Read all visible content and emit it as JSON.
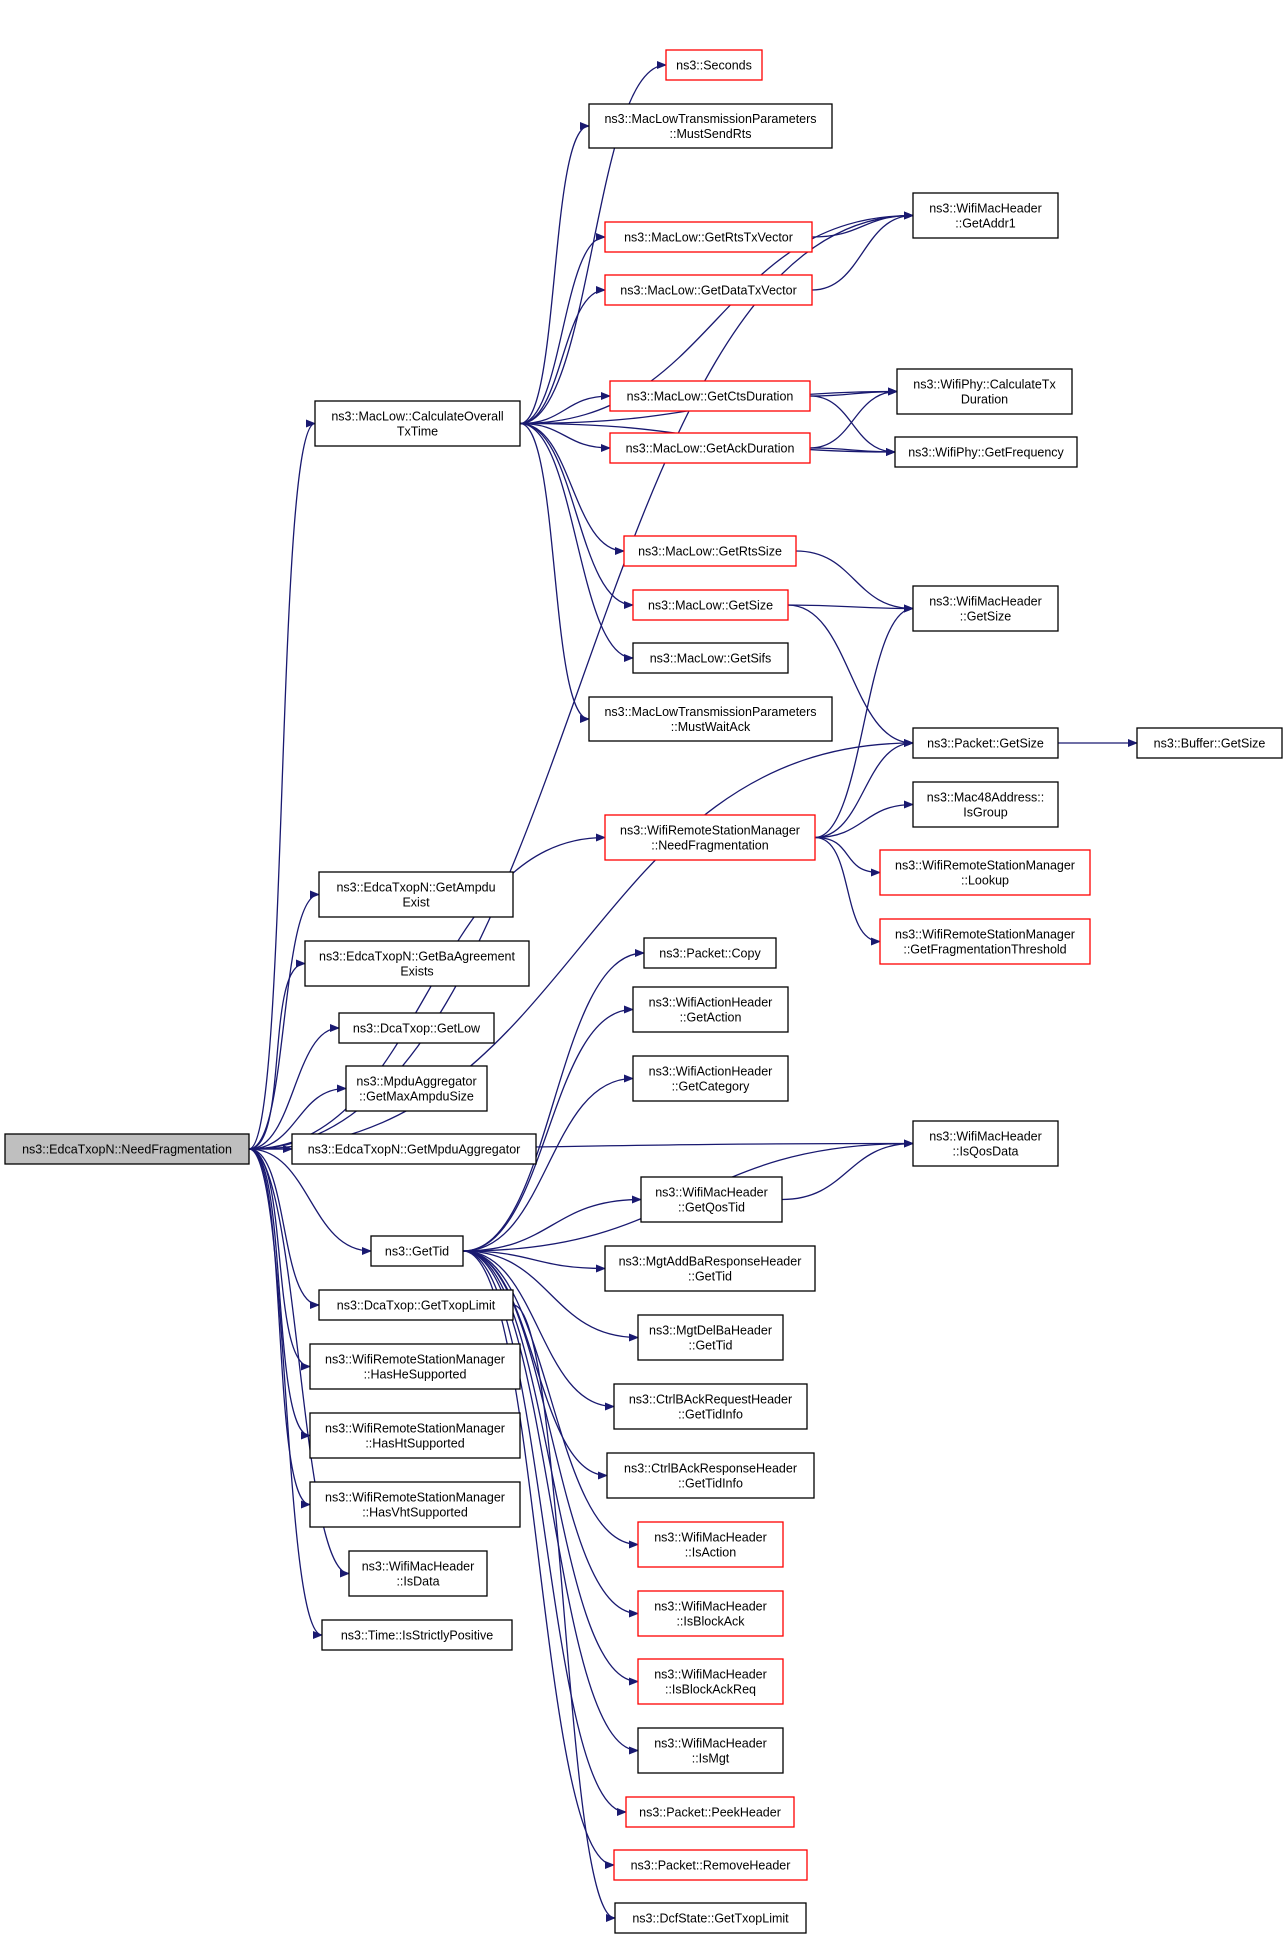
{
  "colors": {
    "edge": "#191970",
    "root_fill": "#bfbfbf",
    "border_normal": "#000000",
    "border_truncated": "#ff0000"
  },
  "nodes": [
    {
      "id": "root",
      "lines": [
        "ns3::EdcaTxopN::NeedFragmentation"
      ],
      "style": "root"
    },
    {
      "id": "seconds",
      "lines": [
        "ns3::Seconds"
      ],
      "style": "red"
    },
    {
      "id": "mustSendRts",
      "lines": [
        "ns3::MacLowTransmissionParameters",
        "::MustSendRts"
      ],
      "style": "black"
    },
    {
      "id": "getAddr1",
      "lines": [
        "ns3::WifiMacHeader",
        "::GetAddr1"
      ],
      "style": "black"
    },
    {
      "id": "getRtsTxVector",
      "lines": [
        "ns3::MacLow::GetRtsTxVector"
      ],
      "style": "red"
    },
    {
      "id": "getDataTxVector",
      "lines": [
        "ns3::MacLow::GetDataTxVector"
      ],
      "style": "red"
    },
    {
      "id": "calcTxTime",
      "lines": [
        "ns3::MacLow::CalculateOverall",
        "TxTime"
      ],
      "style": "black"
    },
    {
      "id": "getCtsDuration",
      "lines": [
        "ns3::MacLow::GetCtsDuration"
      ],
      "style": "red"
    },
    {
      "id": "calcTxDuration",
      "lines": [
        "ns3::WifiPhy::CalculateTx",
        "Duration"
      ],
      "style": "black"
    },
    {
      "id": "getAckDuration",
      "lines": [
        "ns3::MacLow::GetAckDuration"
      ],
      "style": "red"
    },
    {
      "id": "getFrequency",
      "lines": [
        "ns3::WifiPhy::GetFrequency"
      ],
      "style": "black"
    },
    {
      "id": "getRtsSize",
      "lines": [
        "ns3::MacLow::GetRtsSize"
      ],
      "style": "red"
    },
    {
      "id": "whGetSize",
      "lines": [
        "ns3::WifiMacHeader",
        "::GetSize"
      ],
      "style": "black"
    },
    {
      "id": "mlGetSize",
      "lines": [
        "ns3::MacLow::GetSize"
      ],
      "style": "red"
    },
    {
      "id": "getSifs",
      "lines": [
        "ns3::MacLow::GetSifs"
      ],
      "style": "black"
    },
    {
      "id": "mustWaitAck",
      "lines": [
        "ns3::MacLowTransmissionParameters",
        "::MustWaitAck"
      ],
      "style": "black"
    },
    {
      "id": "pktGetSize",
      "lines": [
        "ns3::Packet::GetSize"
      ],
      "style": "black"
    },
    {
      "id": "bufGetSize",
      "lines": [
        "ns3::Buffer::GetSize"
      ],
      "style": "black"
    },
    {
      "id": "isGroup",
      "lines": [
        "ns3::Mac48Address::",
        "IsGroup"
      ],
      "style": "black"
    },
    {
      "id": "wrsmNeedFrag",
      "lines": [
        "ns3::WifiRemoteStationManager",
        "::NeedFragmentation"
      ],
      "style": "red"
    },
    {
      "id": "lookup",
      "lines": [
        "ns3::WifiRemoteStationManager",
        "::Lookup"
      ],
      "style": "red"
    },
    {
      "id": "getFragThreshold",
      "lines": [
        "ns3::WifiRemoteStationManager",
        "::GetFragmentationThreshold"
      ],
      "style": "red"
    },
    {
      "id": "getAmpduExist",
      "lines": [
        "ns3::EdcaTxopN::GetAmpdu",
        "Exist"
      ],
      "style": "black"
    },
    {
      "id": "getBaAgreement",
      "lines": [
        "ns3::EdcaTxopN::GetBaAgreement",
        "Exists"
      ],
      "style": "black"
    },
    {
      "id": "getLow",
      "lines": [
        "ns3::DcaTxop::GetLow"
      ],
      "style": "black"
    },
    {
      "id": "getMaxAmpdu",
      "lines": [
        "ns3::MpduAggregator",
        "::GetMaxAmpduSize"
      ],
      "style": "black"
    },
    {
      "id": "getMpduAgg",
      "lines": [
        "ns3::EdcaTxopN::GetMpduAggregator"
      ],
      "style": "black"
    },
    {
      "id": "pktCopy",
      "lines": [
        "ns3::Packet::Copy"
      ],
      "style": "black"
    },
    {
      "id": "getAction",
      "lines": [
        "ns3::WifiActionHeader",
        "::GetAction"
      ],
      "style": "black"
    },
    {
      "id": "getCategory",
      "lines": [
        "ns3::WifiActionHeader",
        "::GetCategory"
      ],
      "style": "black"
    },
    {
      "id": "isQosData",
      "lines": [
        "ns3::WifiMacHeader",
        "::IsQosData"
      ],
      "style": "black"
    },
    {
      "id": "getQosTid",
      "lines": [
        "ns3::WifiMacHeader",
        "::GetQosTid"
      ],
      "style": "black"
    },
    {
      "id": "getTid",
      "lines": [
        "ns3::GetTid"
      ],
      "style": "black"
    },
    {
      "id": "mgtAddBaTid",
      "lines": [
        "ns3::MgtAddBaResponseHeader",
        "::GetTid"
      ],
      "style": "black"
    },
    {
      "id": "getTxopLimit",
      "lines": [
        "ns3::DcaTxop::GetTxopLimit"
      ],
      "style": "black"
    },
    {
      "id": "mgtDelBaTid",
      "lines": [
        "ns3::MgtDelBaHeader",
        "::GetTid"
      ],
      "style": "black"
    },
    {
      "id": "hasHe",
      "lines": [
        "ns3::WifiRemoteStationManager",
        "::HasHeSupported"
      ],
      "style": "black"
    },
    {
      "id": "ctrlReqTid",
      "lines": [
        "ns3::CtrlBAckRequestHeader",
        "::GetTidInfo"
      ],
      "style": "black"
    },
    {
      "id": "hasHt",
      "lines": [
        "ns3::WifiRemoteStationManager",
        "::HasHtSupported"
      ],
      "style": "black"
    },
    {
      "id": "ctrlRespTid",
      "lines": [
        "ns3::CtrlBAckResponseHeader",
        "::GetTidInfo"
      ],
      "style": "black"
    },
    {
      "id": "hasVht",
      "lines": [
        "ns3::WifiRemoteStationManager",
        "::HasVhtSupported"
      ],
      "style": "black"
    },
    {
      "id": "isAction",
      "lines": [
        "ns3::WifiMacHeader",
        "::IsAction"
      ],
      "style": "red"
    },
    {
      "id": "isData",
      "lines": [
        "ns3::WifiMacHeader",
        "::IsData"
      ],
      "style": "black"
    },
    {
      "id": "isBlockAck",
      "lines": [
        "ns3::WifiMacHeader",
        "::IsBlockAck"
      ],
      "style": "red"
    },
    {
      "id": "isStrictlyPos",
      "lines": [
        "ns3::Time::IsStrictlyPositive"
      ],
      "style": "black"
    },
    {
      "id": "isBlockAckReq",
      "lines": [
        "ns3::WifiMacHeader",
        "::IsBlockAckReq"
      ],
      "style": "red"
    },
    {
      "id": "isMgt",
      "lines": [
        "ns3::WifiMacHeader",
        "::IsMgt"
      ],
      "style": "black"
    },
    {
      "id": "peekHeader",
      "lines": [
        "ns3::Packet::PeekHeader"
      ],
      "style": "red"
    },
    {
      "id": "removeHeader",
      "lines": [
        "ns3::Packet::RemoveHeader"
      ],
      "style": "red"
    },
    {
      "id": "dcfTxopLimit",
      "lines": [
        "ns3::DcfState::GetTxopLimit"
      ],
      "style": "black"
    }
  ],
  "edges": [
    [
      "root",
      "calcTxTime"
    ],
    [
      "root",
      "getAddr1"
    ],
    [
      "root",
      "pktGetSize"
    ],
    [
      "root",
      "wrsmNeedFrag"
    ],
    [
      "root",
      "getAmpduExist"
    ],
    [
      "root",
      "getBaAgreement"
    ],
    [
      "root",
      "getLow"
    ],
    [
      "root",
      "getMaxAmpdu"
    ],
    [
      "root",
      "getMpduAgg"
    ],
    [
      "root",
      "isQosData"
    ],
    [
      "root",
      "getTid"
    ],
    [
      "root",
      "getTxopLimit"
    ],
    [
      "root",
      "hasHe"
    ],
    [
      "root",
      "hasHt"
    ],
    [
      "root",
      "hasVht"
    ],
    [
      "root",
      "isData"
    ],
    [
      "root",
      "isStrictlyPos"
    ],
    [
      "calcTxTime",
      "seconds"
    ],
    [
      "calcTxTime",
      "mustSendRts"
    ],
    [
      "calcTxTime",
      "getAddr1"
    ],
    [
      "calcTxTime",
      "getRtsTxVector"
    ],
    [
      "calcTxTime",
      "getDataTxVector"
    ],
    [
      "calcTxTime",
      "calcTxDuration"
    ],
    [
      "calcTxTime",
      "getCtsDuration"
    ],
    [
      "calcTxTime",
      "getAckDuration"
    ],
    [
      "calcTxTime",
      "getFrequency"
    ],
    [
      "calcTxTime",
      "getRtsSize"
    ],
    [
      "calcTxTime",
      "mlGetSize"
    ],
    [
      "calcTxTime",
      "getSifs"
    ],
    [
      "calcTxTime",
      "mustWaitAck"
    ],
    [
      "getRtsTxVector",
      "getAddr1"
    ],
    [
      "getDataTxVector",
      "getAddr1"
    ],
    [
      "getCtsDuration",
      "calcTxDuration"
    ],
    [
      "getCtsDuration",
      "getFrequency"
    ],
    [
      "getAckDuration",
      "calcTxDuration"
    ],
    [
      "getAckDuration",
      "getFrequency"
    ],
    [
      "getRtsSize",
      "whGetSize"
    ],
    [
      "mlGetSize",
      "whGetSize"
    ],
    [
      "mlGetSize",
      "pktGetSize"
    ],
    [
      "pktGetSize",
      "bufGetSize"
    ],
    [
      "wrsmNeedFrag",
      "whGetSize"
    ],
    [
      "wrsmNeedFrag",
      "pktGetSize"
    ],
    [
      "wrsmNeedFrag",
      "isGroup"
    ],
    [
      "wrsmNeedFrag",
      "lookup"
    ],
    [
      "wrsmNeedFrag",
      "getFragThreshold"
    ],
    [
      "getTid",
      "pktCopy"
    ],
    [
      "getTid",
      "getAction"
    ],
    [
      "getTid",
      "getCategory"
    ],
    [
      "getTid",
      "isQosData"
    ],
    [
      "getTid",
      "getQosTid"
    ],
    [
      "getTid",
      "mgtAddBaTid"
    ],
    [
      "getTid",
      "mgtDelBaTid"
    ],
    [
      "getTid",
      "ctrlReqTid"
    ],
    [
      "getTid",
      "ctrlRespTid"
    ],
    [
      "getTid",
      "isAction"
    ],
    [
      "getTid",
      "isBlockAck"
    ],
    [
      "getTid",
      "isBlockAckReq"
    ],
    [
      "getTid",
      "isMgt"
    ],
    [
      "getTid",
      "peekHeader"
    ],
    [
      "getTid",
      "removeHeader"
    ],
    [
      "getQosTid",
      "isQosData"
    ],
    [
      "getTxopLimit",
      "dcfTxopLimit"
    ]
  ]
}
